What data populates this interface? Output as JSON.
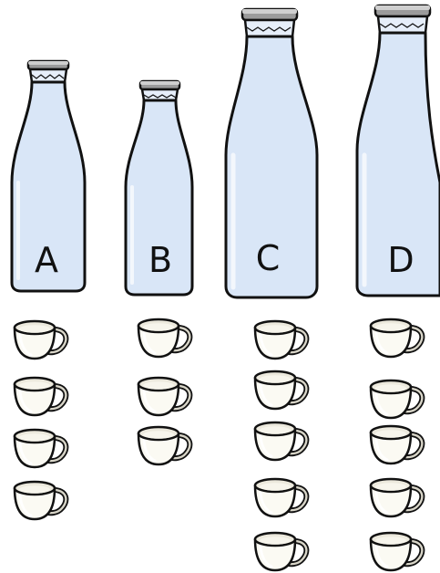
{
  "bottles": [
    {
      "label": "A",
      "cups": 4
    },
    {
      "label": "B",
      "cups": 3
    },
    {
      "label": "C",
      "cups": 5
    },
    {
      "label": "D",
      "cups": 5
    }
  ],
  "colors": {
    "glass": "#d9e6f7",
    "glass_shadow": "#bfd2ec",
    "cap": "#9b9b9b",
    "cap_light": "#cfcfcf",
    "outline": "#111111",
    "cup_body": "#fbfaf3",
    "cup_inner": "#ece9dd"
  }
}
